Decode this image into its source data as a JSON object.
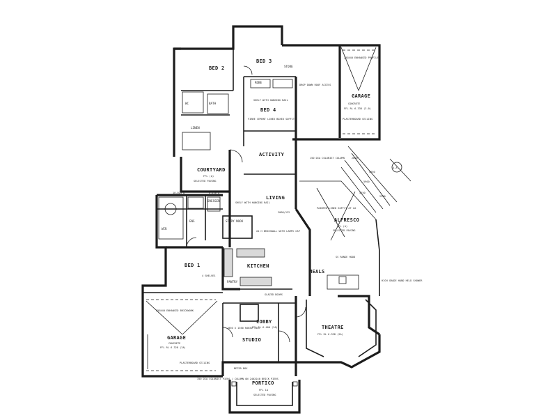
{
  "rooms": {
    "bed2": "BED 2",
    "bed3": "BED 3",
    "bed4": "BED 4",
    "garage_top": "GARAGE",
    "courtyard": "COURTYARD",
    "activity": "ACTIVITY",
    "living": "LIVING",
    "alfresco": "ALFRESCO",
    "bed1": "BED 1",
    "kitchen": "KITCHEN",
    "meals": "MEALS",
    "lobby": "LOBBY",
    "studio": "STUDIO",
    "theatre": "THEATRE",
    "garage_bottom": "GARAGE",
    "portico": "PORTICO",
    "study_nook": "STUDY NOOK",
    "store": "STORE",
    "linen": "LINEN",
    "pantry": "PANTRY",
    "robe": "ROBE",
    "ens": "ENS",
    "wir": "WIR",
    "bath": "BATH",
    "wc": "WC",
    "dresser": "DRESSER"
  },
  "notes": {
    "garage_top_floor": "CONCRETE",
    "garage_top_level": "FFL RL 6.338 (3.0)",
    "garage_top_ceiling": "PLASTERBOARD CEILING",
    "garage_top_wall": "250X40 ENHANCED PROFILE",
    "drop_down": "DROP DOWN ROOF ACCESS",
    "hanging_rail": "SHELF WITH HANGING RAIL",
    "bed4_soffit": "FIBRE CEMENT LINED BOXED SOFFIT",
    "courtyard_level": "FFL (A)",
    "courtyard_paving": "SELECTED PAVING",
    "living_shelf": "SHELF WITH HANGING RAIL",
    "alfresco_level": "FFL (A)",
    "alfresco_paving": "SELECTED PAVING",
    "alfresco_ceiling": "PAINTED LINED SOFFIT AT 2A",
    "column": "150 DIA COLONIST COLUMN",
    "rangehood": "SS RANGE HOOD",
    "glazed_doors": "GLAZED DOORS",
    "shelves": "4 SHELVES",
    "brickwall": "2A H BRICKWALL WITH LAMPS CAP",
    "lobby_level": "FFL RL 6.400 (3A)",
    "studio_opening": "1050 X 1360 RAKED SILL",
    "theatre_level": "FFL RL 6.338 (2A)",
    "garage_bottom_floor": "CONCRETE",
    "garage_bottom_level": "FFL RL 6.328 (3A)",
    "garage_bottom_ceiling": "PLASTERBOARD CEILING",
    "garage_bottom_wall": "250X40 ENHANCED BRICKWORK",
    "portico_paving": "SELECTED PAVING",
    "portico_level": "FFL 1A",
    "portico_columns": "350 DIA COLONIST PIERS / COLUMN ON 240X240 BRICK PIERS",
    "meter_box": "METER BOX",
    "grade_hand": "HIGH GRADE HAND HELD SHOWER",
    "section_tag": "A-A",
    "dims": [
      "2800",
      "5650",
      "5900",
      "2300",
      "4250"
    ],
    "pier": "2008/122",
    "dimension_610": "6-410 A",
    "dimension_025": "10-025 A"
  }
}
